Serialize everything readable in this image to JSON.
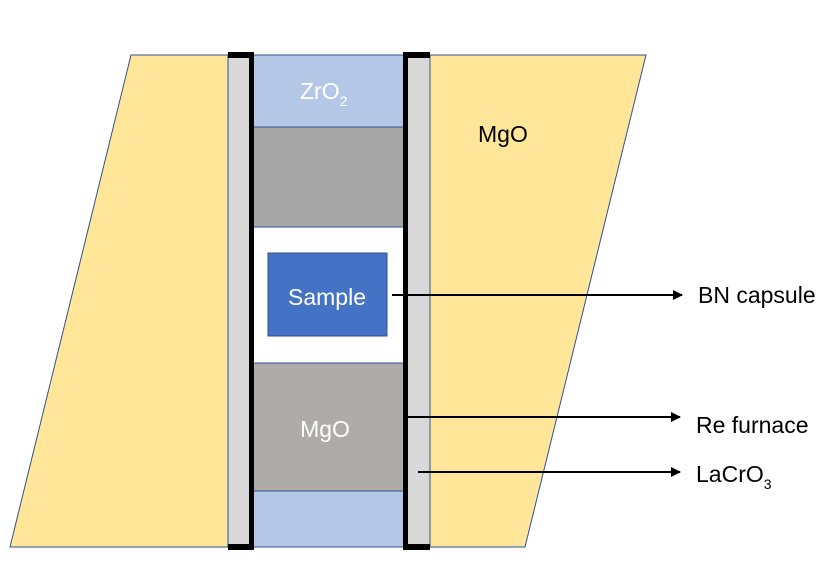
{
  "labels": {
    "zro2_base": "ZrO",
    "zro2_sub": "2",
    "mgo_outer": "MgO",
    "sample": "Sample",
    "mgo_inner": "MgO",
    "bn_capsule": "BN capsule",
    "re_furnace": "Re furnace",
    "lacro3_base": "LaCrO",
    "lacro3_sub": "3"
  },
  "colors": {
    "mgo_outer": "#FFE699",
    "sleeve": "#D9D9D9",
    "zro2": "#B4C7E7",
    "mgo_plug": "#AFABAB",
    "capsule": "#FFFFFF",
    "sample": "#4472C4",
    "outline": "#2F528F",
    "furnace": "#000000",
    "arrow": "#000000"
  }
}
